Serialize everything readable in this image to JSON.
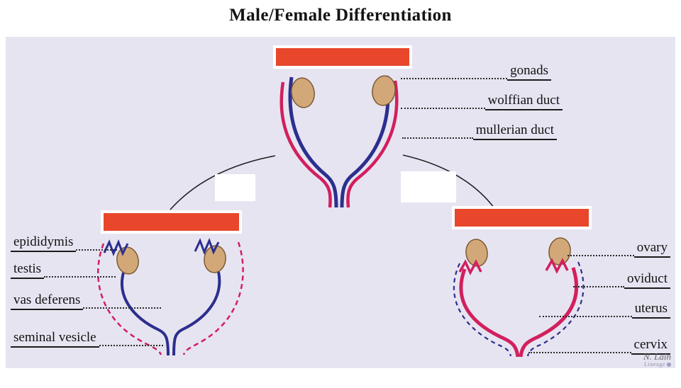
{
  "title": "Male/Female Differentiation",
  "top_section": {
    "blank": "",
    "labels": [
      "gonads",
      "wolffian duct",
      "mullerian duct"
    ]
  },
  "male_section": {
    "blank": "",
    "labels": [
      "epididymis",
      "testis",
      "vas deferens",
      "seminal vesicle"
    ]
  },
  "female_section": {
    "blank": "",
    "labels": [
      "ovary",
      "oviduct",
      "uterus",
      "cervix"
    ]
  },
  "small_blanks": {
    "left": "",
    "right": ""
  },
  "credit": {
    "signature": "N. Lain",
    "brand": "Lineage"
  },
  "colors": {
    "panel_bg": "#e7e4f1",
    "blank_red": "#e8472b",
    "wolffian_blue": "#2b2f8e",
    "mullerian_pink": "#d21f5e",
    "gonad_tan": "#d3a878",
    "line_black": "#1a1a1a"
  }
}
